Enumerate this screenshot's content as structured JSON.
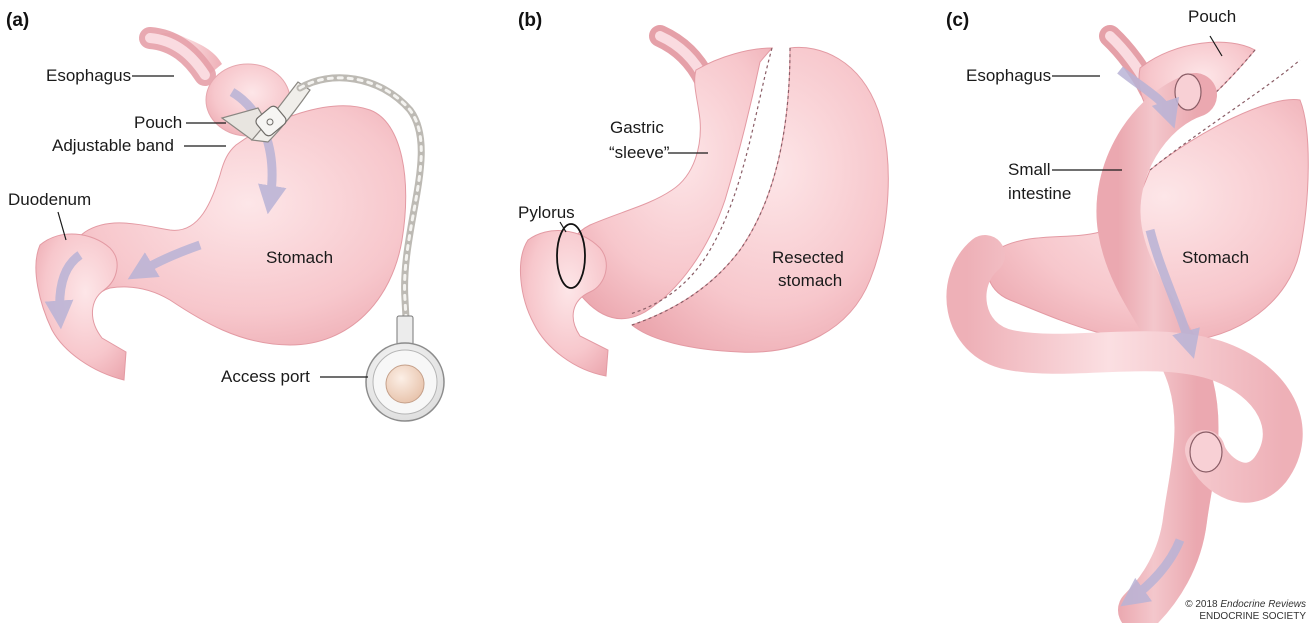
{
  "panels": {
    "a": {
      "tag": "(a)",
      "labels": {
        "esophagus": "Esophagus",
        "pouch": "Pouch",
        "band": "Adjustable band",
        "duodenum": "Duodenum",
        "stomach": "Stomach",
        "port": "Access port"
      }
    },
    "b": {
      "tag": "(b)",
      "labels": {
        "gastric_1": "Gastric",
        "gastric_2": "“sleeve”",
        "pylorus": "Pylorus",
        "resected_1": "Resected",
        "resected_2": "stomach"
      }
    },
    "c": {
      "tag": "(c)",
      "labels": {
        "pouch": "Pouch",
        "esophagus": "Esophagus",
        "small_1": "Small",
        "small_2": "intestine",
        "stomach": "Stomach"
      }
    }
  },
  "credit": {
    "prefix": "© 2018 ",
    "journal": "Endocrine Reviews",
    "society": "ENDOCRINE SOCIETY"
  },
  "colors": {
    "tissue": "#f6c2c7",
    "tissue_dark": "#e59aa3",
    "tissue_light": "#fbdfe2",
    "arrow": "#b9b3d6",
    "band": "#e6e3de",
    "port_knob": "#f3d8c8"
  }
}
